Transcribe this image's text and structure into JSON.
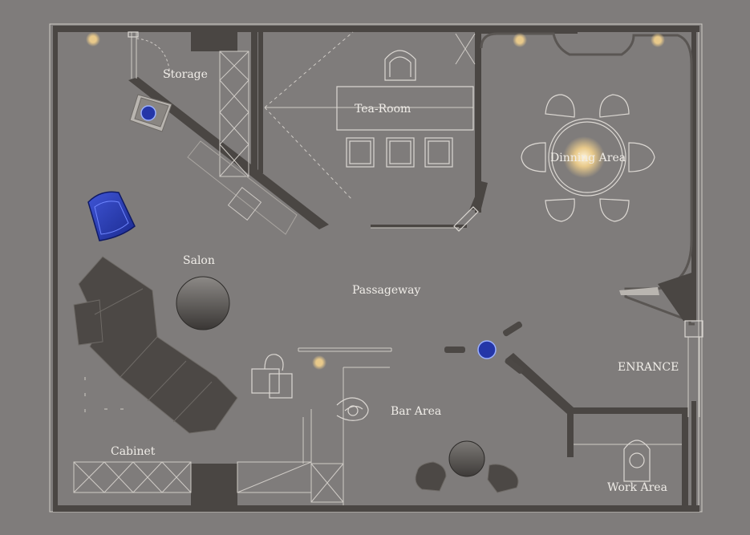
{
  "plan": {
    "rooms": [
      {
        "key": "storage",
        "label": "Storage"
      },
      {
        "key": "tea_room",
        "label": "Tea-Room"
      },
      {
        "key": "dining",
        "label": "Dinning Area"
      },
      {
        "key": "salon",
        "label": "Salon"
      },
      {
        "key": "passageway",
        "label": "Passageway"
      },
      {
        "key": "entrance",
        "label": "ENRANCE"
      },
      {
        "key": "bar",
        "label": "Bar Area"
      },
      {
        "key": "cabinet",
        "label": "Cabinet"
      },
      {
        "key": "work",
        "label": "Work Area"
      }
    ],
    "colors": {
      "background": "#7f7c7b",
      "wall": "#4a4643",
      "furniture": "#4c4845",
      "linework": "#d8d4cf",
      "accent_blue": "#2436a8",
      "light": "#e8c98a"
    },
    "icons": [
      "ceiling-light-icon",
      "blue-sensor-icon",
      "armchair-icon",
      "door-swing-icon",
      "plant-icon"
    ]
  }
}
